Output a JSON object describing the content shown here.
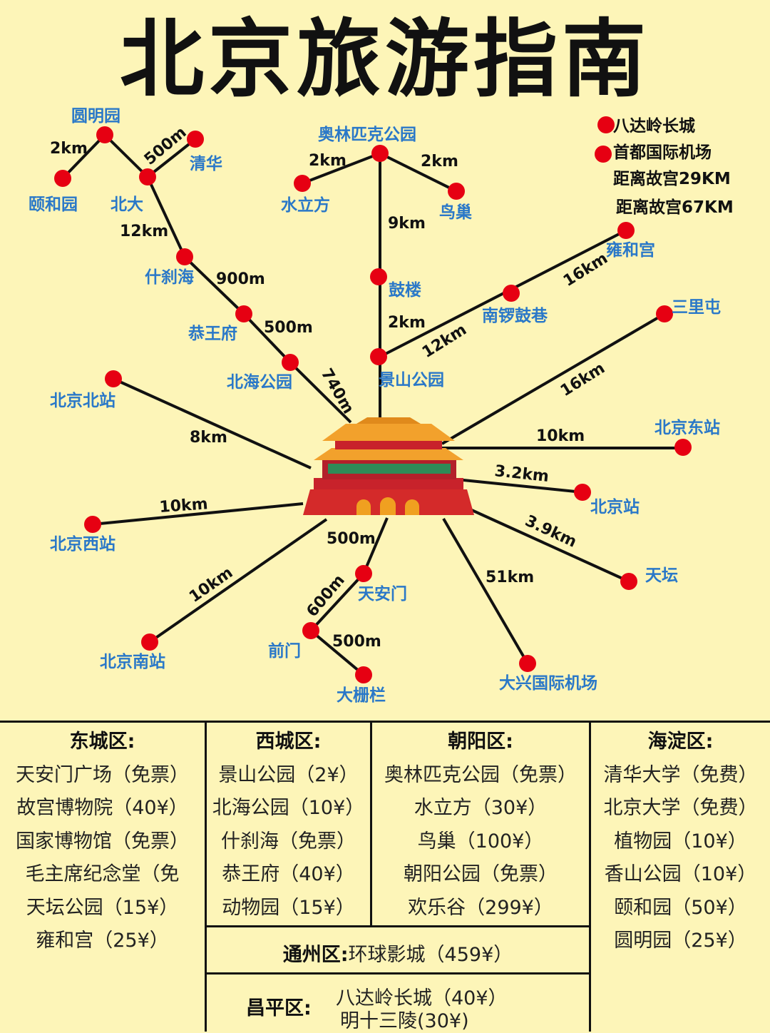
{
  "title": "北京旅游指南",
  "legend": [
    {
      "name": "八达岭长城",
      "note": "距离故宫29KM"
    },
    {
      "name": "首都国际机场",
      "note": "距离故宫67KM"
    }
  ],
  "places": {
    "yuanmingyuan": "圆明园",
    "yiheyuan": "颐和园",
    "beida": "北大",
    "qinghua": "清华",
    "shichahai": "什刹海",
    "gongwangfu": "恭王府",
    "beihai": "北海公园",
    "aolinpike": "奥林匹克公园",
    "shuilifang": "水立方",
    "niaochao": "鸟巢",
    "gulou": "鼓楼",
    "jingshan": "景山公园",
    "yonghegong": "雍和宫",
    "nanluoguxiang": "南锣鼓巷",
    "sanlitun": "三里屯",
    "beijingbeizhan": "北京北站",
    "beijingdongzhan": "北京东站",
    "beijingzhan": "北京站",
    "beijingxizhan": "北京西站",
    "tiantan": "天坛",
    "tiananmen": "天安门",
    "qianmen": "前门",
    "dashilan": "大栅栏",
    "beijingnanzhan": "北京南站",
    "daxing": "大兴国际机场"
  },
  "distances": {
    "yuanming_yihe": "2km",
    "yuanming_beida": "500m",
    "beida_shicha": "12km",
    "shicha_gongwang": "900m",
    "gongwang_beihai": "500m",
    "beihai_center": "740m",
    "aolin_shuili": "2km",
    "aolin_niaochao": "2km",
    "aolin_gulou": "9km",
    "gulou_jingshan": "2km",
    "jingshan_nanluo": "12km",
    "nanluo_yonghe": "16km",
    "center_sanlitun": "16km",
    "center_dongzhan": "10km",
    "center_beijingzhan": "3.2km",
    "center_tiantan": "3.9km",
    "center_beizhan": "8km",
    "center_xizhan": "10km",
    "center_nanzhan": "10km",
    "center_tiananmen": "500m",
    "tiananmen_qianmen": "600m",
    "qianmen_dashilan": "500m",
    "center_daxing": "51km"
  },
  "colors": {
    "background": "#FDF5B8",
    "marker": "#E60012",
    "label": "#2A78C8",
    "line": "#111111"
  },
  "districts": {
    "dongcheng": {
      "head": "东城区:",
      "items": [
        "天安门广场（免票）",
        "故宫博物院（40¥）",
        "国家博物馆（免票）",
        "毛主席纪念堂（免",
        "天坛公园（15¥）",
        "雍和宫（25¥）"
      ]
    },
    "xicheng": {
      "head": "西城区:",
      "items": [
        "景山公园（2¥）",
        "北海公园（10¥）",
        "什刹海（免票）",
        "恭王府（40¥）",
        "动物园（15¥）"
      ]
    },
    "chaoyang": {
      "head": "朝阳区:",
      "items": [
        "奥林匹克公园（免票）",
        "水立方（30¥）",
        "鸟巢（100¥）",
        "朝阳公园（免票）",
        "欢乐谷（299¥）"
      ]
    },
    "haidian": {
      "head": "海淀区:",
      "items": [
        "清华大学（免费）",
        "北京大学（免费）",
        "植物园（10¥）",
        "香山公园（10¥）",
        "颐和园（50¥）",
        "圆明园（25¥）"
      ]
    },
    "tongzhou": {
      "head": "通州区:",
      "text": "环球影城（459¥）"
    },
    "changping": {
      "head": "昌平区:",
      "line1": "八达岭长城（40¥）",
      "line2": "明十三陵(30¥)"
    }
  }
}
